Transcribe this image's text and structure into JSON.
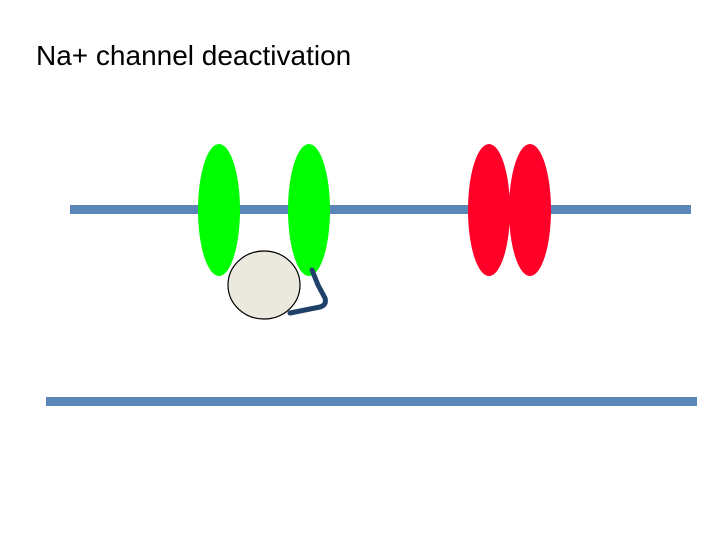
{
  "slide": {
    "title": "Na+ channel deactivation"
  },
  "colors": {
    "membrane": "#5b86b8",
    "open_channel": "#00ff00",
    "closed_channel": "#ff0028",
    "inactivation_ball": "#ebe8de",
    "ball_tether": "#1f4068"
  },
  "diagram": {
    "open_channel_state": "open",
    "closed_channel_state": "closed",
    "inactivation_gate": "ball-and-chain"
  }
}
